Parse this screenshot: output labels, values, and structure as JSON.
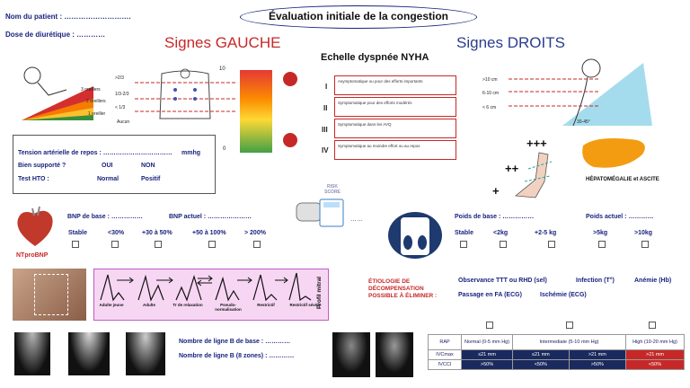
{
  "header": {
    "patient_name": "Nom du patient : ……………………….",
    "diuretic_dose": "Dose de diurétique : …………",
    "title": "Évaluation initiale de la congestion"
  },
  "left_signs": {
    "heading": "Signes GAUCHE",
    "pillows": [
      "3 oreillers",
      "2 oreillers",
      "1 oreiller",
      "Aucun"
    ],
    "jvp_levels": [
      ">2/3",
      "1/3-2/3",
      "< 1/3"
    ],
    "scale_top": "10",
    "scale_bottom": "0",
    "bp_rest": "Tension artérielle de repos : ……………………………",
    "bp_unit": "mmhg",
    "tolerated_q": "Bien supporté ?",
    "tolerated_yes": "OUI",
    "tolerated_no": "NON",
    "hto_label": "Test HTO :",
    "hto_normal": "Normal",
    "hto_positive": "Positif",
    "colors": {
      "red": "#c62828",
      "heading_red": "#c62828"
    }
  },
  "nyha": {
    "heading": "Echelle dyspnée NYHA",
    "rows": [
      {
        "num": "I",
        "text": "Asymptomatique ou pour des efforts importants"
      },
      {
        "num": "II",
        "text": "Symptomatique pour des efforts modérés"
      },
      {
        "num": "III",
        "text": "Symptomatique dans les AVQ"
      },
      {
        "num": "IV",
        "text": "Symptomatique au moindre effort ou au repos"
      }
    ]
  },
  "right_signs": {
    "heading": "Signes DROITS",
    "jvp_cm": [
      ">10 cm",
      "6-10 cm",
      "< 6 cm"
    ],
    "angle": "30-45°",
    "edema_grades": [
      "+++",
      "++",
      "+"
    ],
    "hepato": "HÉPATOMÉGALIE et ASCITE",
    "colors": {
      "heading_blue": "#2a3d8f"
    }
  },
  "risk_score": "RISK SCORE",
  "bnp": {
    "label_base": "BNP de base : ……………",
    "label_current": "BNP actuel : …………………",
    "options": [
      "Stable",
      "<30%",
      "+30 à 50%",
      "+50 à 100%",
      "> 200%"
    ],
    "caption": "NTproBNP"
  },
  "weight": {
    "label_base": "Poids de base : ……………",
    "label_current": "Poids actuel : …………",
    "options": [
      "Stable",
      "<2kg",
      "+2-5 kg",
      ">5kg",
      ">10kg"
    ]
  },
  "mitral": {
    "patterns": [
      "Adulte jeune",
      "Adulte",
      "Tr de relaxation",
      "Pseudo-normalisation",
      "Restrictif",
      "Restrictif sévère"
    ],
    "vertical_label": "Profil mitral"
  },
  "etiology": {
    "label": "ÉTIOLOGIE DE DÉCOMPENSATION POSSIBLE À ÉLIMINER :",
    "items_row1": [
      "Observance TTT ou RHD (sel)",
      "Infection (T°)",
      "Anémie (Hb)"
    ],
    "items_row2": [
      "Passage en FA  (ECG)",
      "Ischémie (ECG)"
    ]
  },
  "lung": {
    "b_lines_base": "Nombre de ligne B de base : …………",
    "b_lines_8": "Nombre de ligne B (8 zones) : …………"
  },
  "rap_table": {
    "header": [
      "RAP",
      "Normal (0-5 mm Hg)",
      "Intermediate (5-10 mm Hg)",
      "High (10-20 mm Hg)"
    ],
    "ivcmax": [
      "IVCmax",
      "≤21 mm",
      "≤21 mm",
      ">21 mm",
      ">21 mm"
    ],
    "ivcci": [
      "IVCCI",
      ">50%",
      "<50%",
      ">50%",
      "<50%"
    ]
  }
}
